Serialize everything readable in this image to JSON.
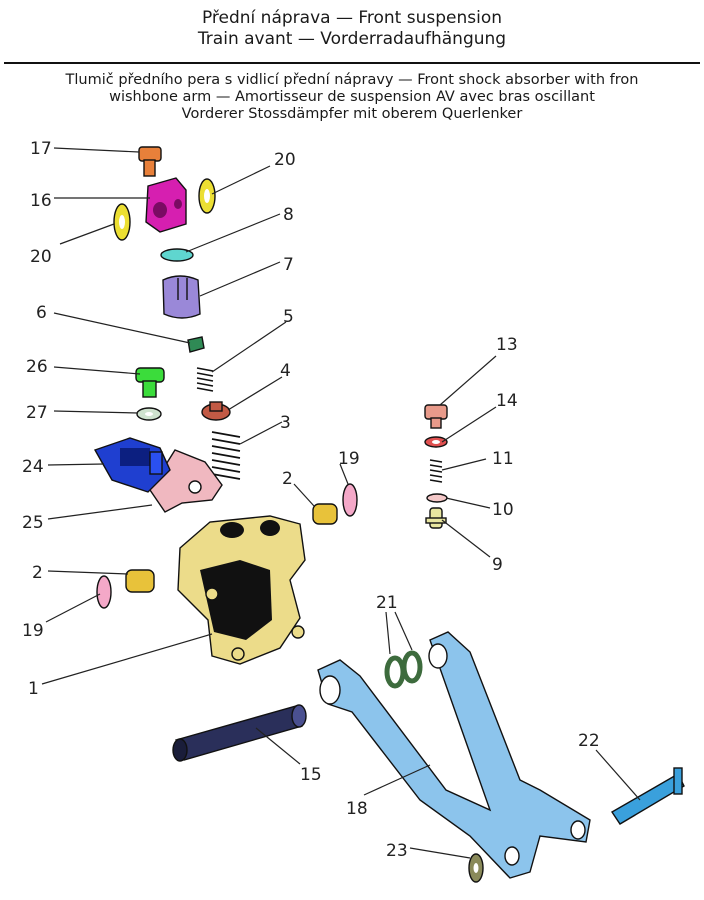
{
  "header": {
    "title_line1": "Přední náprava — Front suspension",
    "title_line2": "Train avant — Vorderradaufhängung"
  },
  "subtitle": {
    "line1": "Tlumič předního pera s vidlicí přední nápravy — Front shock absorber with fron",
    "line2": "wishbone arm — Amortisseur de suspension AV avec bras oscillant",
    "line3": "Vorderer Stossdämpfer mit oberem Querlenker"
  },
  "callouts": {
    "c17": "17",
    "c20a": "20",
    "c16": "16",
    "c20b": "20",
    "c8": "8",
    "c7": "7",
    "c6": "6",
    "c5": "5",
    "c26": "26",
    "c4": "4",
    "c27": "27",
    "c3": "3",
    "c24": "24",
    "c25": "25",
    "c2a": "2",
    "c19a": "19",
    "c2b": "2",
    "c19b": "19",
    "c1": "1",
    "c13": "13",
    "c14": "14",
    "c11": "11",
    "c10": "10",
    "c9": "9",
    "c21": "21",
    "c22": "22",
    "c15": "15",
    "c18": "18",
    "c23": "23"
  },
  "colors": {
    "part_17_bolt": "#e8803a",
    "part_16_clamp": "#d61fb0",
    "part_20_washer": "#ecdf33",
    "part_8_disc": "#5fd6cf",
    "part_7_bushing": "#9a88d8",
    "part_6_clip": "#2f8a55",
    "part_26_bolt": "#3bdc3b",
    "part_4_seat": "#c25a45",
    "part_24_cover": "#1f3fd0",
    "part_25_gasket": "#f0b8c0",
    "part_2_bushing": "#e8c23a",
    "part_19_washer": "#f4a8c8",
    "part_1_body": "#ecdc8a",
    "part_13_bolt": "#e89a8a",
    "part_14_washer": "#e05050",
    "part_21_ring": "#3d6b3d",
    "part_15_pin": "#2a2f5a",
    "part_18_arm": "#8cc4ec",
    "part_22_bolt": "#3aa0dc",
    "part_23_washer": "#8a8a5a"
  }
}
